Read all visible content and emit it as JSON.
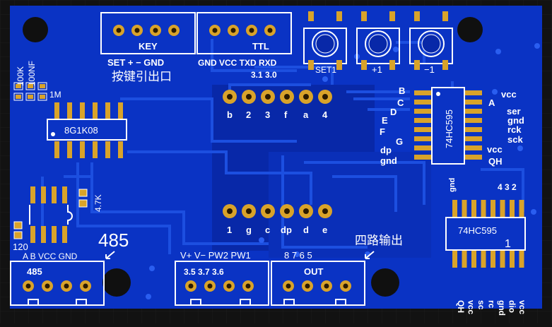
{
  "board": {
    "colors": {
      "background": "#121212",
      "board": "#0a33c4",
      "board_dark": "#0828a8",
      "trace": "#1c4fe0",
      "pad": "#d9a32a",
      "silk": "#ffffff",
      "hole": "#101010"
    }
  },
  "key_header": {
    "label": "KEY",
    "pins": "SET  +   −  GND",
    "caption": "按键引出口"
  },
  "ttl_header": {
    "label": "TTL",
    "pins": "GND VCC TXD RXD",
    "ports": "3.1  3.0"
  },
  "buttons": [
    {
      "label": "SET1"
    },
    {
      "label": "+1"
    },
    {
      "label": "−1"
    }
  ],
  "side_labels": {
    "c100k": "100K",
    "c100nf": "100NF",
    "r1m": "1M",
    "r47k": "4.7K",
    "r120": "120"
  },
  "mcu": {
    "label": "8G1K08"
  },
  "display_top_pins": [
    "b",
    "2",
    "3",
    "f",
    "a",
    "4"
  ],
  "display_bottom_pins": [
    "1",
    "g",
    "c",
    "dp",
    "d",
    "e"
  ],
  "segments_left": [
    "B",
    "C",
    "D",
    "E",
    "F",
    "G",
    "dp",
    "gnd"
  ],
  "shift_reg_1": {
    "label": "74HC595",
    "pin_labels": [
      "vcc",
      "A",
      "ser",
      "gnd",
      "rck",
      "sck",
      "vcc",
      "QH"
    ]
  },
  "shift_reg_2": {
    "label": "74HC595",
    "number": "1",
    "top_pins": "4 3 2",
    "side_label": "gnd",
    "bottom_labels": [
      "QH",
      "vcc",
      "sc",
      "rc",
      "gnd",
      "dio",
      "vcc"
    ]
  },
  "rs485": {
    "label": "485",
    "pins": "A   B  VCC GND",
    "big_label": "485"
  },
  "power": {
    "pins": "V+ V−  PW2 PW1",
    "ports": "3.5    3.7  3.6"
  },
  "out": {
    "label": "OUT",
    "pins": "8    7    6    5",
    "caption": "四路输出"
  }
}
